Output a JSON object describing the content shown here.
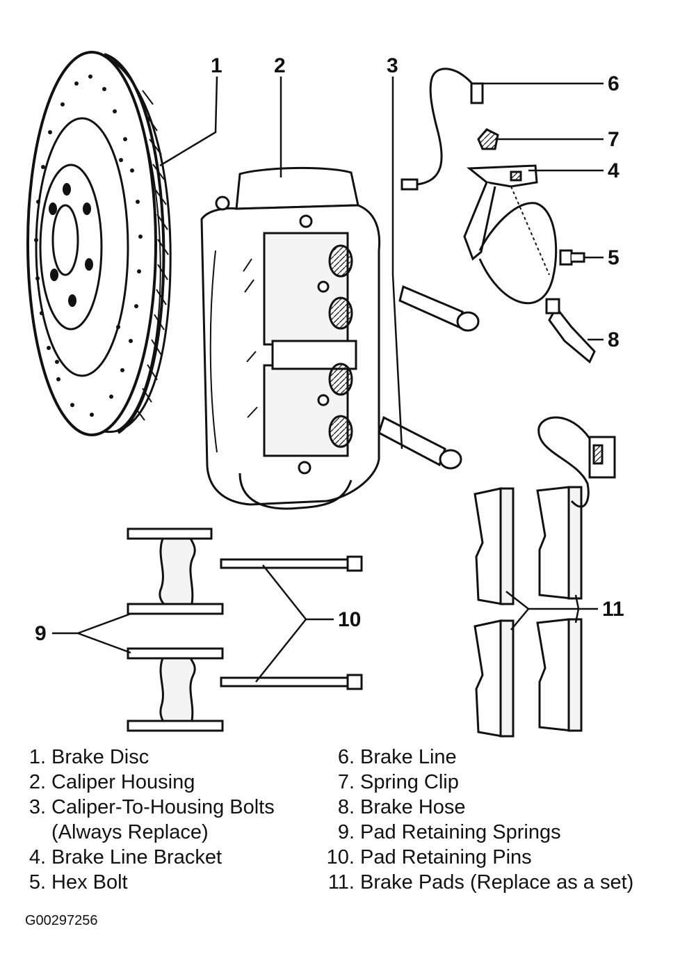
{
  "callouts": {
    "c1": "1",
    "c2": "2",
    "c3": "3",
    "c4": "4",
    "c5": "5",
    "c6": "6",
    "c7": "7",
    "c8": "8",
    "c9": "9",
    "c10": "10",
    "c11": "11"
  },
  "legend": {
    "left": [
      {
        "num": "1.",
        "label": "Brake Disc"
      },
      {
        "num": "2.",
        "label": "Caliper Housing"
      },
      {
        "num": "3.",
        "label": "Caliper-To-Housing Bolts"
      },
      {
        "num": "",
        "label": "(Always Replace)"
      },
      {
        "num": "4.",
        "label": "Brake Line Bracket"
      },
      {
        "num": "5.",
        "label": "Hex Bolt"
      }
    ],
    "right": [
      {
        "num": "6.",
        "label": "Brake Line"
      },
      {
        "num": "7.",
        "label": "Spring Clip"
      },
      {
        "num": "8.",
        "label": "Brake Hose"
      },
      {
        "num": "9.",
        "label": "Pad Retaining Springs"
      },
      {
        "num": "10.",
        "label": "Pad Retaining Pins"
      },
      {
        "num": "11.",
        "label": "Brake Pads (Replace as a set)"
      }
    ]
  },
  "figure_id": "G00297256",
  "colors": {
    "ink": "#111111",
    "paper": "#ffffff",
    "shade": "#e2e2e2"
  }
}
